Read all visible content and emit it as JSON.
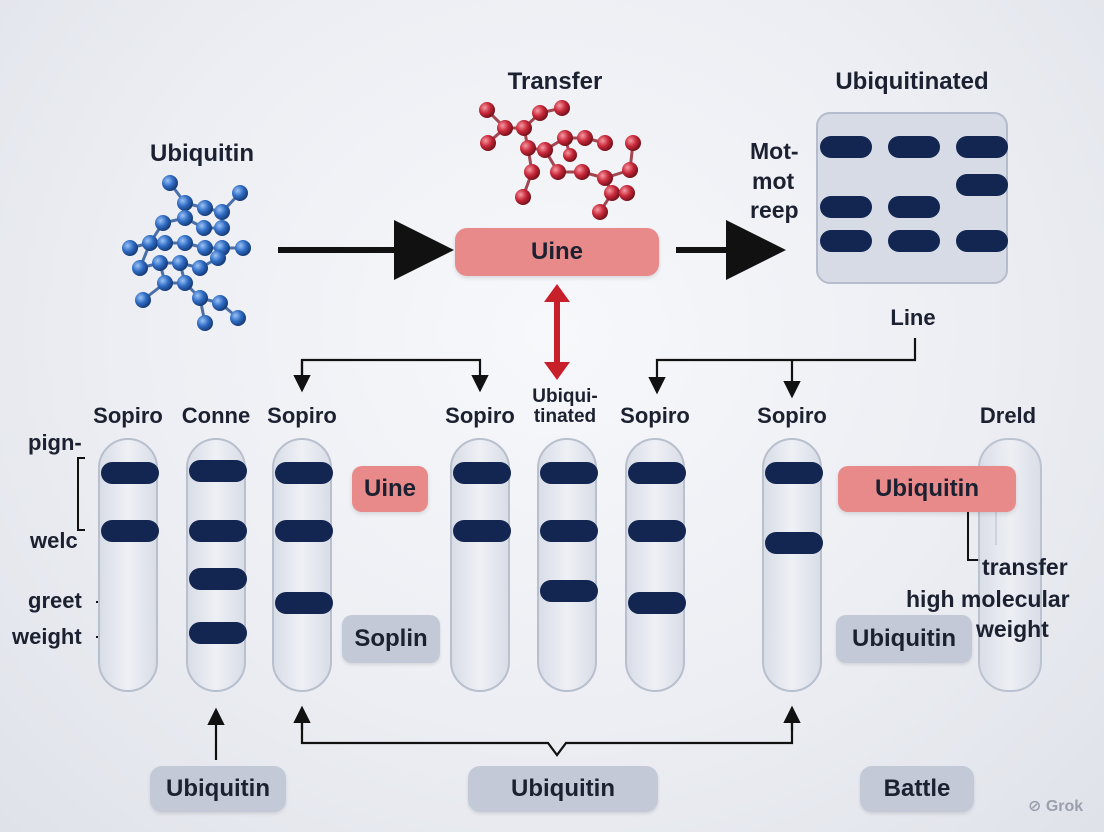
{
  "top": {
    "ubiquitin_label": "Ubiquitin",
    "transfer_label": "Transfer",
    "ubiquitinated_label": "Ubiquitinated",
    "center_box_label": "Uine",
    "gel_side_text": [
      "Mot-",
      "mot",
      "reep"
    ],
    "line_label": "Line"
  },
  "lanes": {
    "headers": [
      "Sopiro",
      "Conne",
      "Sopiro",
      "Sopiro",
      "Ubiqui-",
      "tinated",
      "Sopiro",
      "Sopiro",
      "Dreld"
    ]
  },
  "left_labels": {
    "pign": "pign-",
    "welc": "welc",
    "greet": "greet",
    "weight": "weight"
  },
  "mid_boxes": {
    "uine": "Uine",
    "soplin": "Soplin",
    "ubiquitin_red": "Ubiquitin",
    "ubiquitin_gray": "Ubiquitin"
  },
  "right_notes": {
    "transfer": "transfer",
    "high_molecular": "high molecular",
    "weight": "weight"
  },
  "bottom_boxes": {
    "left": "Ubiquitin",
    "center": "Ubiquitin",
    "right": "Battle"
  },
  "watermark": "Grok",
  "colors": {
    "band": "#122651",
    "red_box": "#e88a8a",
    "gray_box": "#c3c9d6",
    "blue_molecule": "#2f6cc4",
    "red_molecule": "#c8283a",
    "red_arrow": "#c8202b"
  }
}
